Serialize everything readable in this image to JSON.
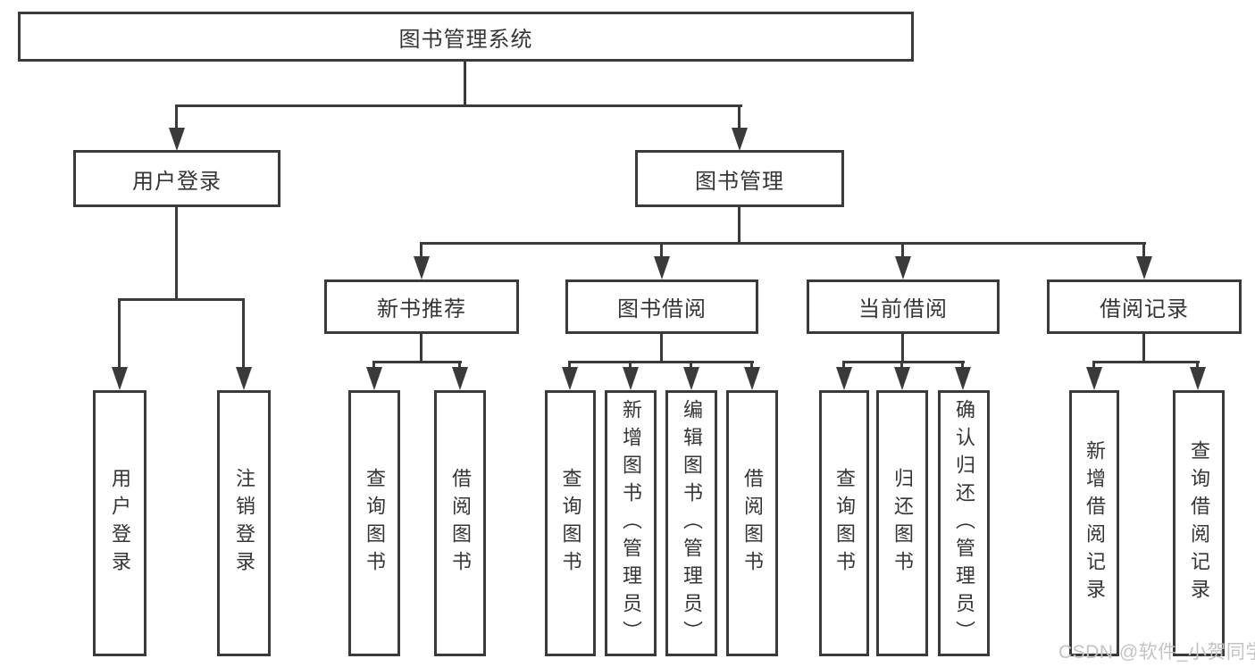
{
  "colors": {
    "line": "#3a3a3a",
    "text": "#353535",
    "box_bg": "#ffffff",
    "watermark": "#c3c3c3"
  },
  "watermark": {
    "text": "CSDN @软件_小贺同学"
  },
  "tree": {
    "label": "图书管理系统",
    "children": [
      {
        "label": "用户登录",
        "children": [
          {
            "label": "用户登录"
          },
          {
            "label": "注销登录"
          }
        ]
      },
      {
        "label": "图书管理",
        "children": [
          {
            "label": "新书推荐",
            "children": [
              {
                "label": "查询图书"
              },
              {
                "label": "借阅图书"
              }
            ]
          },
          {
            "label": "图书借阅",
            "children": [
              {
                "label": "查询图书"
              },
              {
                "label": "新增图书（管理员）"
              },
              {
                "label": "编辑图书（管理员）"
              },
              {
                "label": "借阅图书"
              }
            ]
          },
          {
            "label": "当前借阅",
            "children": [
              {
                "label": "查询图书"
              },
              {
                "label": "归还图书"
              },
              {
                "label": "确认归还（管理员）"
              }
            ]
          },
          {
            "label": "借阅记录",
            "children": [
              {
                "label": "新增借阅记录"
              },
              {
                "label": "查询借阅记录"
              }
            ]
          }
        ]
      }
    ]
  }
}
